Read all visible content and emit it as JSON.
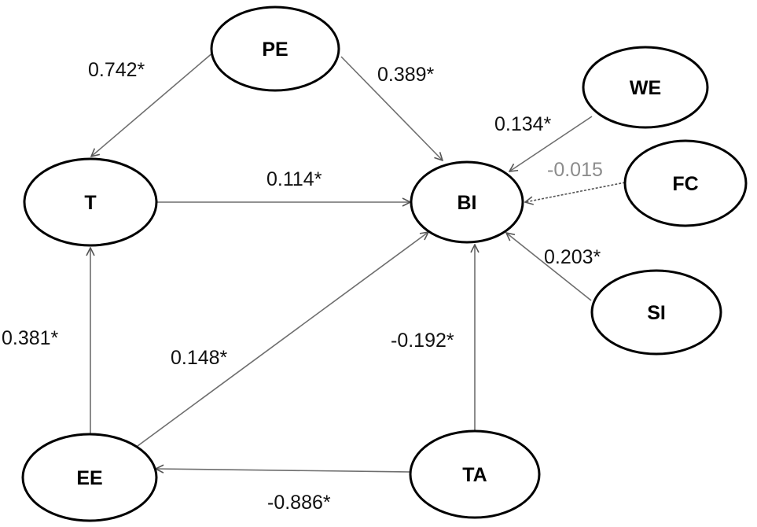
{
  "nodes": {
    "PE": "PE",
    "WE": "WE",
    "T": "T",
    "BI": "BI",
    "FC": "FC",
    "SI": "SI",
    "EE": "EE",
    "TA": "TA"
  },
  "edges": [
    {
      "from": "PE",
      "to": "T",
      "label": "0.742*",
      "significant": true
    },
    {
      "from": "PE",
      "to": "BI",
      "label": "0.389*",
      "significant": true
    },
    {
      "from": "WE",
      "to": "BI",
      "label": "0.134*",
      "significant": true
    },
    {
      "from": "FC",
      "to": "BI",
      "label": "-0.015",
      "significant": false
    },
    {
      "from": "T",
      "to": "BI",
      "label": "0.114*",
      "significant": true
    },
    {
      "from": "SI",
      "to": "BI",
      "label": "0.203*",
      "significant": true
    },
    {
      "from": "EE",
      "to": "T",
      "label": "0.381*",
      "significant": true
    },
    {
      "from": "EE",
      "to": "BI",
      "label": "0.148*",
      "significant": true
    },
    {
      "from": "TA",
      "to": "BI",
      "label": "-0.192*",
      "significant": true
    },
    {
      "from": "TA",
      "to": "EE",
      "label": "-0.886*",
      "significant": true
    }
  ],
  "colors": {
    "node_stroke": "#000000",
    "edge": "#6e6e6e",
    "nonsignificant_label": "#8c8c8c"
  }
}
